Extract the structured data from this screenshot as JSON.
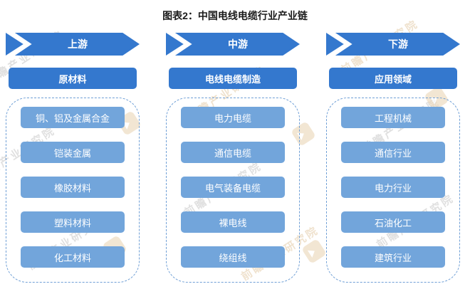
{
  "title": "图表2：中国电线电缆行业产业链",
  "colors": {
    "primary_blue": "#3478CE",
    "item_blue": "#72A5DB",
    "dashed_border_blue": "#6f9fd6",
    "title_text": "#1a1a1a",
    "box_text": "#ffffff"
  },
  "columns": [
    {
      "stage": "上游",
      "category": "原材料",
      "items": [
        "铜、铝及金属合金",
        "铠装金属",
        "橡胶材料",
        "塑料材料",
        "化工材料"
      ]
    },
    {
      "stage": "中游",
      "category": "电线电缆制造",
      "items": [
        "电力电缆",
        "通信电缆",
        "电气装备电缆",
        "裸电线",
        "绕组线"
      ]
    },
    {
      "stage": "下游",
      "category": "应用领域",
      "items": [
        "工程机械",
        "通信行业",
        "电力行业",
        "石油化工",
        "建筑行业"
      ]
    }
  ],
  "watermark": {
    "text": "前瞻产业研究院"
  }
}
